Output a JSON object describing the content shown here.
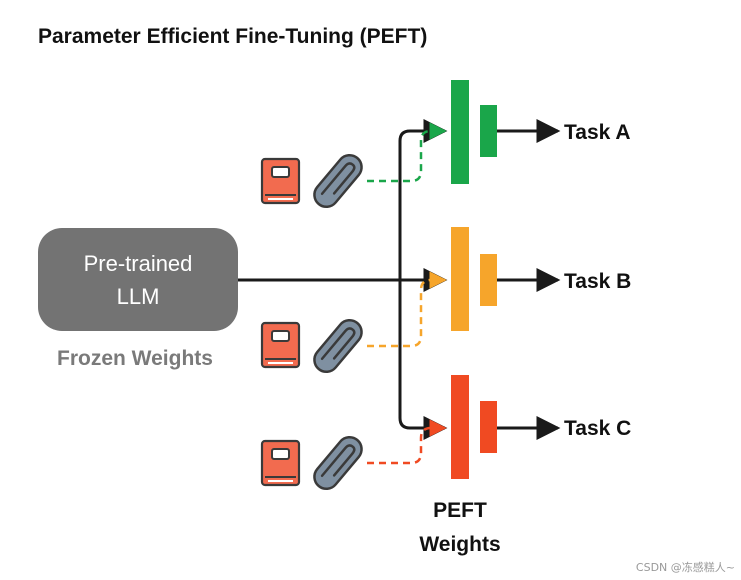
{
  "title": "Parameter Efficient Fine-Tuning (PEFT)",
  "llm": {
    "line1": "Pre-trained",
    "line2": "LLM",
    "fill": "#737373"
  },
  "frozen_label": "Frozen Weights",
  "tasks": [
    {
      "label": "Task A",
      "color": "#1aa64a"
    },
    {
      "label": "Task B",
      "color": "#f6a52b"
    },
    {
      "label": "Task C",
      "color": "#f04a22"
    }
  ],
  "peft_label": {
    "line1": "PEFT",
    "line2": "Weights"
  },
  "colors": {
    "book": "#f26b4f",
    "clip": "#7f90a1",
    "outline": "#3a3a3a",
    "line": "#1a1a1a"
  },
  "icons": {
    "book": "book-icon",
    "clip": "paperclip-icon"
  },
  "watermark": "CSDN @冻感糕人~"
}
